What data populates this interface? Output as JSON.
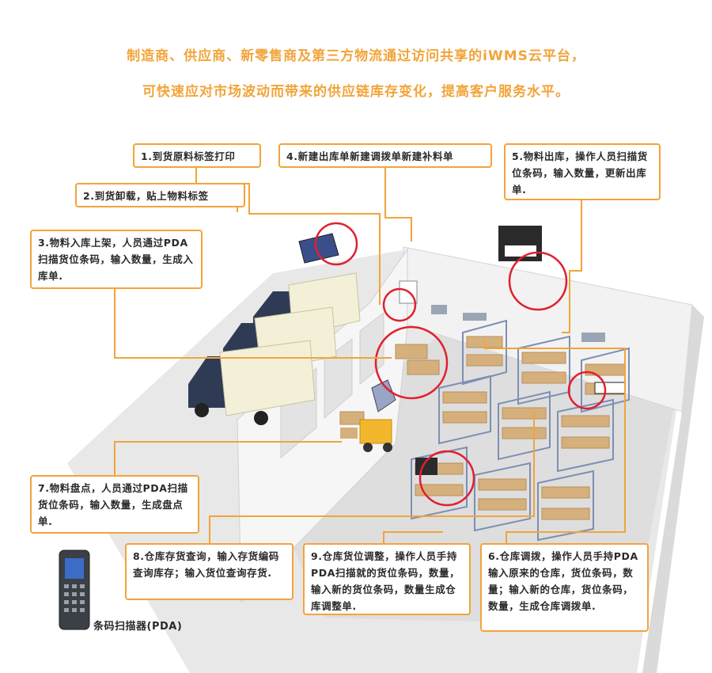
{
  "headline": {
    "line1": "制造商、供应商、新零售商及第三方物流通过访问共享的iWMS云平台，",
    "line2": "可快速应对市场波动而带来的供应链库存变化，提高客户服务水平。"
  },
  "steps": [
    {
      "id": "step-1",
      "text": "1.到货原料标签打印"
    },
    {
      "id": "step-2",
      "text": "2.到货卸载，贴上物料标签"
    },
    {
      "id": "step-3",
      "text": "3.物料入库上架，人员通过PDA扫描货位条码，输入数量，生成入库单."
    },
    {
      "id": "step-4",
      "text": "4.新建出库单新建调拨单新建补料单"
    },
    {
      "id": "step-5",
      "text": "5.物料出库，操作人员扫描货位条码，输入数量，更新出库单."
    },
    {
      "id": "step-7",
      "text": "7.物料盘点，人员通过PDA扫描货位条码，输入数量，生成盘点单."
    },
    {
      "id": "step-8",
      "text": "8.仓库存货查询，输入存货编码查询库存；输入货位查询存货."
    },
    {
      "id": "step-9",
      "text": "9.仓库货位调整，操作人员手持PDA扫描就的货位条码，数量，输入新的货位条码，数量生成仓库调整单."
    },
    {
      "id": "step-6",
      "text": "6.仓库调拨，操作人员手持PDA输入原来的仓库，货位条码，数量；输入新的仓库，货位条码，数量，生成仓库调拨单."
    }
  ],
  "pda_caption": "条码扫描器(PDA)",
  "colors": {
    "accent": "#f2a43a",
    "highlight_ring": "#e0202f",
    "floor": "#e6e6e6",
    "wall": "#f4f4f4",
    "shelf": "#7d8fb3",
    "box": "#d6b07c"
  }
}
